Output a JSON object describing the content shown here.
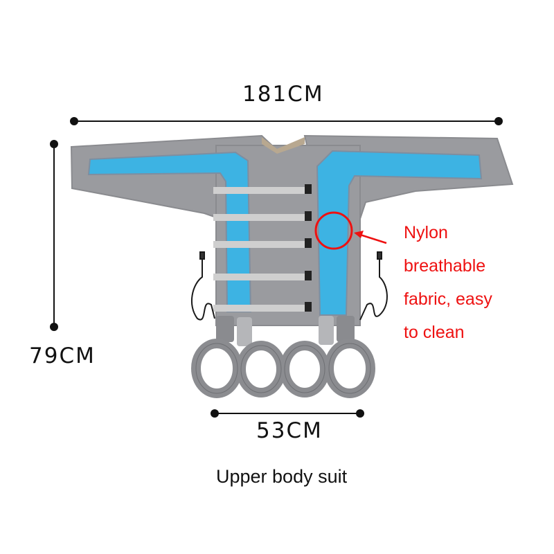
{
  "dimensions": {
    "width_total": "181CM",
    "height": "79CM",
    "body_width": "53CM"
  },
  "annotation": {
    "lines": [
      "Nylon",
      "breathable",
      "fabric, easy",
      "to clean"
    ],
    "color": "#ee1111"
  },
  "caption": "Upper body suit",
  "product": {
    "fabric_gray": "#9a9b9f",
    "panel_blue": "#3db3e3",
    "strap_gray": "#cfcfcf",
    "tube_count": 4,
    "strap_count": 5
  }
}
